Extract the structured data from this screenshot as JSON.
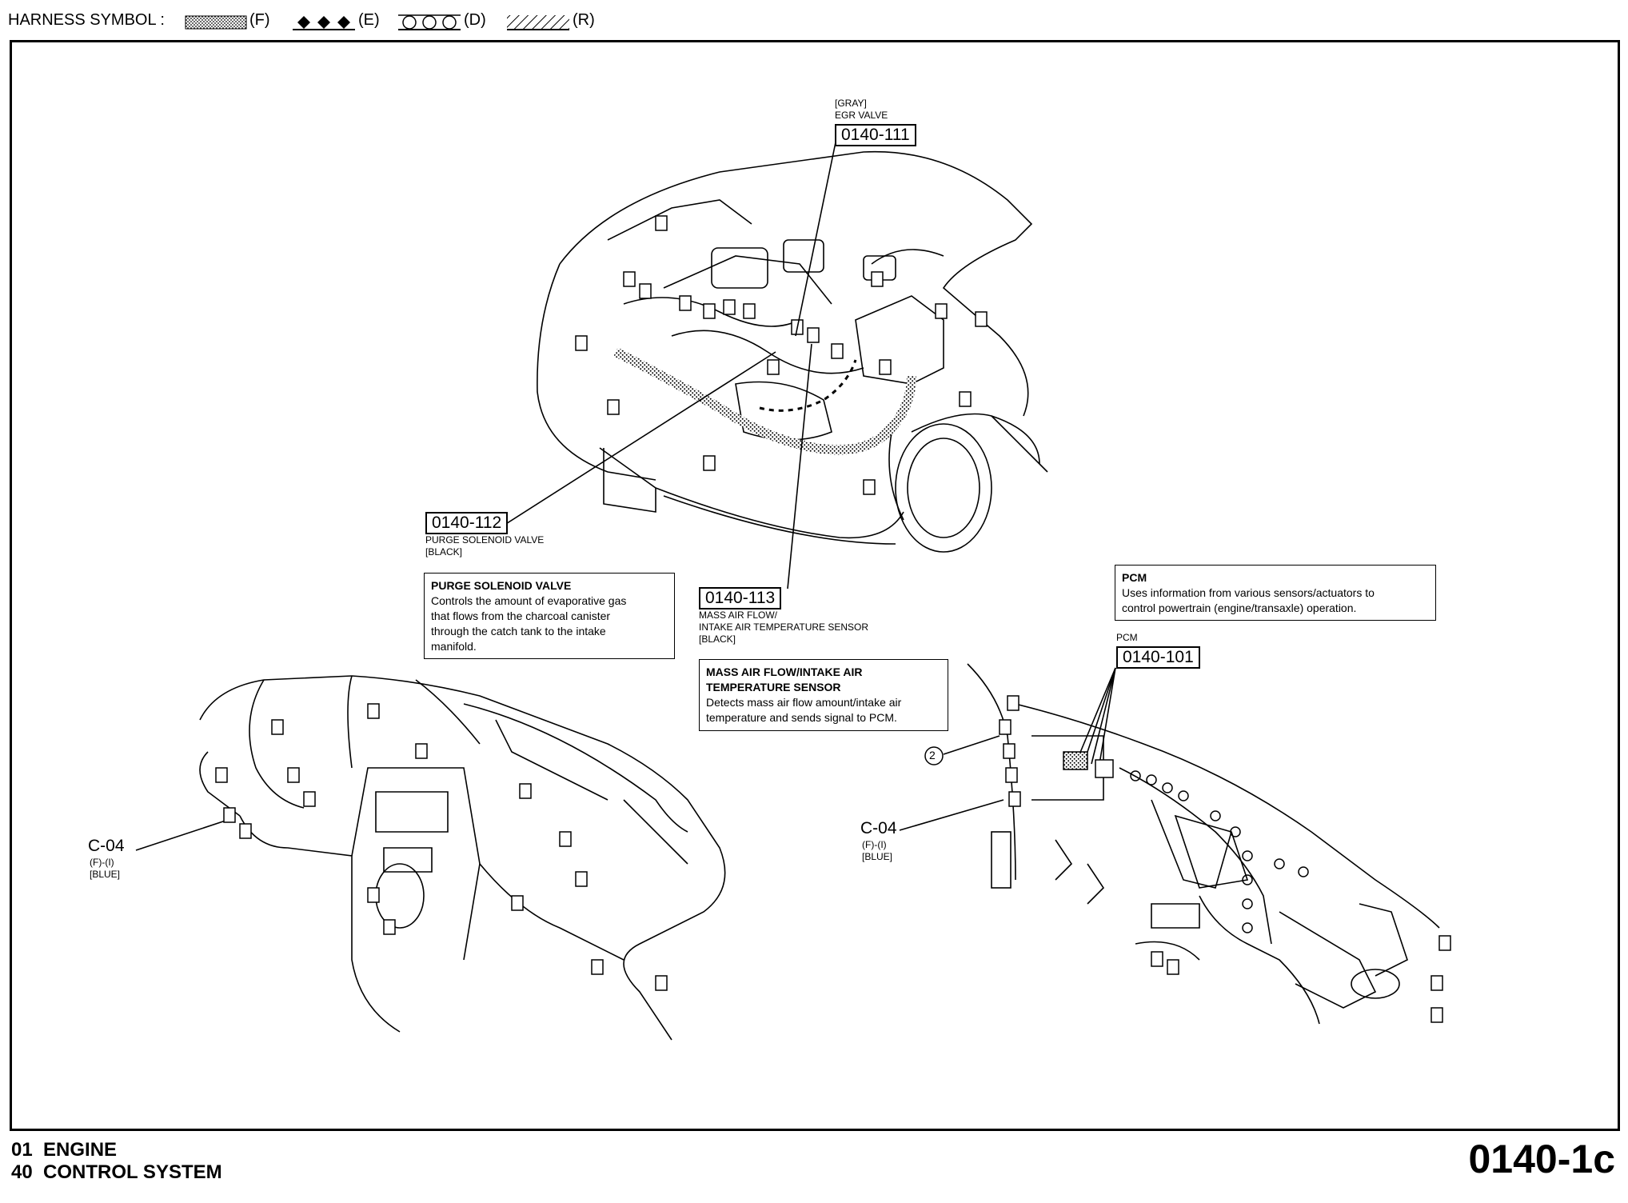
{
  "header": {
    "harness_prefix": "HARNESS SYMBOL :",
    "symbols": [
      {
        "code": "(F)",
        "style": "dotted"
      },
      {
        "code": "(E)",
        "style": "diamond"
      },
      {
        "code": "(D)",
        "style": "circle"
      },
      {
        "code": "(R)",
        "style": "hatched"
      }
    ]
  },
  "connectors": {
    "c111": {
      "code": "0140-111",
      "name": "EGR VALVE",
      "color": "[GRAY]"
    },
    "c112": {
      "code": "0140-112",
      "name": "PURGE SOLENOID VALVE",
      "color": "[BLACK]"
    },
    "c113": {
      "code": "0140-113",
      "name_line1": "MASS AIR FLOW/",
      "name_line2": "INTAKE AIR TEMPERATURE SENSOR",
      "color": "[BLACK]"
    },
    "c101": {
      "code": "0140-101",
      "name": "PCM"
    }
  },
  "descriptions": {
    "purge": {
      "title": "PURGE SOLENOID VALVE",
      "lines": [
        "Controls the amount of evaporative gas",
        "that flows from the charcoal canister",
        "through the catch tank to the intake",
        "manifold."
      ]
    },
    "maf": {
      "title_line1": "MASS AIR FLOW/INTAKE AIR",
      "title_line2": "TEMPERATURE SENSOR",
      "lines": [
        "Detects mass air flow amount/intake air",
        "temperature and sends signal to PCM."
      ]
    },
    "pcm": {
      "title": "PCM",
      "lines": [
        "Uses information from various sensors/actuators to",
        "control powertrain (engine/transaxle) operation."
      ]
    }
  },
  "callouts": {
    "left": {
      "code": "C-04",
      "sub": "(F)-(I)",
      "color": "[BLUE]"
    },
    "right": {
      "code": "C-04",
      "sub": "(F)-(I)",
      "color": "[BLUE]"
    },
    "circle_marker": "2"
  },
  "footer": {
    "line1_num": "01",
    "line1_text": "ENGINE",
    "line2_num": "40",
    "line2_text": "CONTROL SYSTEM",
    "page": "0140-1c"
  }
}
